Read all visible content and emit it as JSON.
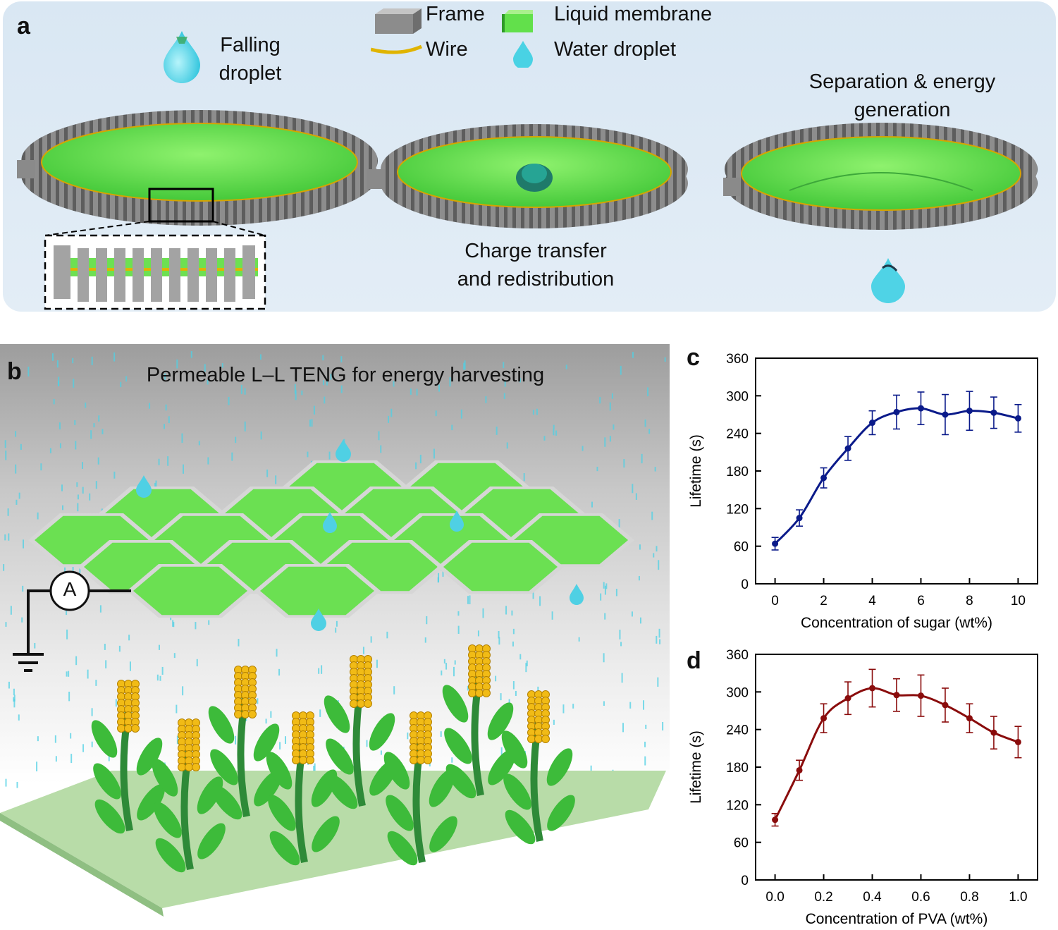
{
  "panel_a": {
    "letter": "a",
    "legend": {
      "frame": "Frame",
      "liquid_membrane": "Liquid membrane",
      "wire": "Wire",
      "water_droplet": "Water droplet"
    },
    "falling_droplet_line1": "Falling",
    "falling_droplet_line2": "droplet",
    "charge_line1": "Charge transfer",
    "charge_line2": "and redistribution",
    "separation_line1": "Separation & energy",
    "separation_line2": "generation"
  },
  "panel_b": {
    "letter": "b",
    "title": "Permeable L–L TENG for energy harvesting",
    "ammeter": "A"
  },
  "colors": {
    "membrane": "#6be052",
    "frame": "#9a9a9a",
    "droplet": "#5fd8e8",
    "wire": "#e0b400",
    "sugar_series": "#0a1a8a",
    "pva_series": "#8a0c0c"
  },
  "chart_data": [
    {
      "panel": "c",
      "type": "line",
      "xlabel": "Concentration of sugar (wt%)",
      "ylabel": "Lifetime (s)",
      "xlim": [
        -0.8,
        10.8
      ],
      "ylim": [
        0,
        360
      ],
      "xticks": [
        "0",
        "2",
        "4",
        "6",
        "8",
        "10"
      ],
      "yticks": [
        "0",
        "60",
        "120",
        "180",
        "240",
        "300",
        "360"
      ],
      "x": [
        0,
        1,
        2,
        3,
        4,
        5,
        6,
        7,
        8,
        9,
        10
      ],
      "y": [
        64,
        105,
        169,
        216,
        257,
        274,
        280,
        270,
        276,
        273,
        264
      ],
      "err": [
        10,
        13,
        16,
        19,
        19,
        27,
        26,
        32,
        31,
        25,
        22
      ]
    },
    {
      "panel": "d",
      "type": "line",
      "xlabel": "Concentration of PVA (wt%)",
      "ylabel": "Lifetime (s)",
      "xlim": [
        -0.08,
        1.08
      ],
      "ylim": [
        0,
        360
      ],
      "xticks": [
        "0.0",
        "0.2",
        "0.4",
        "0.6",
        "0.8",
        "1.0"
      ],
      "yticks": [
        "0",
        "60",
        "120",
        "180",
        "240",
        "300",
        "360"
      ],
      "x": [
        0.0,
        0.1,
        0.2,
        0.3,
        0.4,
        0.5,
        0.6,
        0.7,
        0.8,
        0.9,
        1.0
      ],
      "y": [
        96,
        175,
        258,
        290,
        306,
        295,
        294,
        279,
        258,
        235,
        220
      ],
      "err": [
        10,
        16,
        23,
        26,
        30,
        26,
        33,
        27,
        23,
        26,
        25
      ]
    }
  ]
}
